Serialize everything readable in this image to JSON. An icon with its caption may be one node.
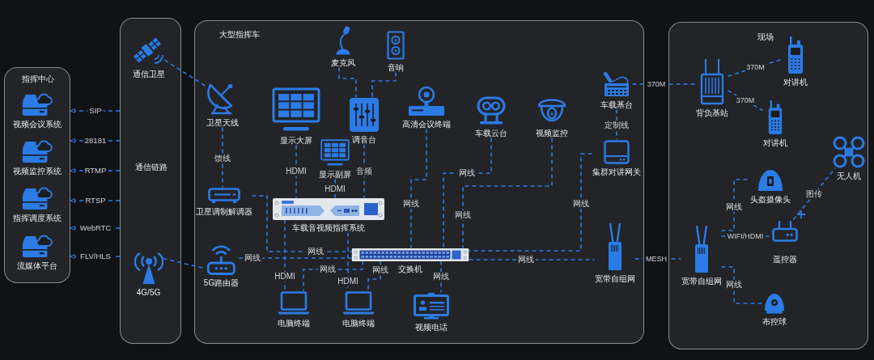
{
  "diagram": {
    "nodes": [
      {
        "text": [
          "指挥中心"
        ]
      },
      {
        "text": [
          "视频会议系统"
        ],
        "in": 0
      },
      {
        "text": [
          "视频监控系统"
        ],
        "in": 0
      },
      {
        "text": [
          "指挥调度系统"
        ],
        "in": 0
      },
      {
        "text": [
          "流媒体平台"
        ],
        "in": 0
      },
      {
        "text": [
          "通信链路"
        ]
      },
      {
        "text": [
          "通信卫星"
        ],
        "in": 5
      },
      {
        "text": [
          "4G/5G"
        ],
        "in": 5
      },
      {
        "text": [
          "大型指挥车"
        ]
      },
      {
        "text": [
          "麦克风"
        ],
        "in": 8
      },
      {
        "text": [
          "音响"
        ],
        "in": 8
      },
      {
        "text": [
          "卫星天线"
        ],
        "in": 8
      },
      {
        "text": [
          "显示大屏"
        ],
        "in": 8
      },
      {
        "text": [
          "调音台"
        ],
        "in": 8
      },
      {
        "text": [
          "高清会议终端"
        ],
        "in": 8
      },
      {
        "text": [
          "车载云台"
        ],
        "in": 8
      },
      {
        "text": [
          "视频监控"
        ],
        "in": 8
      },
      {
        "text": [
          "车载基台"
        ],
        "in": 8
      },
      {
        "text": [
          "显示副屏"
        ],
        "in": 8
      },
      {
        "text": [
          "集群对讲网关"
        ],
        "in": 8
      },
      {
        "text": [
          "卫星调制解调器"
        ],
        "in": 8
      },
      {
        "text": [
          "车载音视频指挥系统"
        ],
        "in": 8
      },
      {
        "text": [
          "5G路由器"
        ],
        "in": 8
      },
      {
        "text": [
          "交换机"
        ],
        "in": 8
      },
      {
        "text": [
          "宽带自组网"
        ],
        "in": 8
      },
      {
        "text": [
          "电脑终端"
        ],
        "in": 8
      },
      {
        "text": [
          "电脑终端"
        ],
        "in": 8
      },
      {
        "text": [
          "视频电话"
        ],
        "in": 8
      },
      {
        "text": [
          "现场"
        ]
      },
      {
        "text": [
          "对讲机"
        ],
        "in": 28
      },
      {
        "text": [
          "背负基站"
        ],
        "in": 28
      },
      {
        "text": [
          "对讲机"
        ],
        "in": 28
      },
      {
        "text": [
          "无人机"
        ],
        "in": 28
      },
      {
        "text": [
          "头盔摄像头"
        ],
        "in": 28
      },
      {
        "text": [
          "遥控器"
        ],
        "in": 28
      },
      {
        "text": [
          "宽带自组网"
        ],
        "in": 28
      },
      {
        "text": [
          "布控球"
        ],
        "in": 28
      }
    ],
    "edges": [
      {
        "from": 6,
        "to": 11,
        "arrow": "none",
        "style": "dashed"
      },
      {
        "from": 7,
        "to": 22,
        "arrow": "none",
        "style": "dashed"
      },
      {
        "from": 5,
        "to": 0,
        "arrow": "to",
        "label": "SIP",
        "style": "dashed"
      },
      {
        "from": 5,
        "to": 0,
        "arrow": "to",
        "label": "28181",
        "style": "dashed"
      },
      {
        "from": 5,
        "to": 0,
        "arrow": "to",
        "label": "RTMP",
        "style": "dashed"
      },
      {
        "from": 5,
        "to": 0,
        "arrow": "to",
        "label": "RTSP",
        "style": "dashed"
      },
      {
        "from": 5,
        "to": 0,
        "arrow": "to",
        "label": "WebRTC",
        "style": "dashed"
      },
      {
        "from": 5,
        "to": 0,
        "arrow": "to",
        "label": "FLV/HLS",
        "style": "dashed"
      },
      {
        "from": 11,
        "to": 20,
        "arrow": "none",
        "label": "馈线",
        "style": "dashed"
      },
      {
        "from": 12,
        "to": 21,
        "arrow": "none",
        "label": "HDMI",
        "style": "dashed"
      },
      {
        "from": 18,
        "to": 21,
        "arrow": "none",
        "label": "HDMI",
        "style": "dashed"
      },
      {
        "from": 9,
        "to": 13,
        "arrow": "none",
        "style": "dashed"
      },
      {
        "from": 10,
        "to": 13,
        "arrow": "none",
        "style": "dashed"
      },
      {
        "from": 13,
        "to": 21,
        "arrow": "none",
        "label": "音频",
        "style": "dashed"
      },
      {
        "from": 14,
        "to": 23,
        "arrow": "none",
        "label": "网线",
        "style": "dashed"
      },
      {
        "from": 15,
        "to": 23,
        "arrow": "none",
        "label": "网线",
        "style": "dashed"
      },
      {
        "from": 16,
        "to": 23,
        "arrow": "none",
        "label": "网线",
        "style": "dashed"
      },
      {
        "from": 17,
        "to": 19,
        "arrow": "none",
        "label": "定制线",
        "style": "dashed"
      },
      {
        "from": 19,
        "to": 23,
        "arrow": "none",
        "label": "网线",
        "style": "dashed"
      },
      {
        "from": 23,
        "to": 24,
        "arrow": "none",
        "label": "网线",
        "style": "dashed"
      },
      {
        "from": 20,
        "to": 23,
        "arrow": "none",
        "label": "网线",
        "style": "dashed"
      },
      {
        "from": 22,
        "to": 23,
        "arrow": "none",
        "label": "网线",
        "style": "dashed"
      },
      {
        "from": 21,
        "to": 25,
        "arrow": "none",
        "label": "HDMI",
        "style": "dashed"
      },
      {
        "from": 21,
        "to": 26,
        "arrow": "none",
        "label": "HDMI",
        "style": "dashed"
      },
      {
        "from": 23,
        "to": 25,
        "arrow": "none",
        "label": "网线",
        "style": "dashed"
      },
      {
        "from": 23,
        "to": 26,
        "arrow": "none",
        "label": "网线",
        "style": "dashed"
      },
      {
        "from": 23,
        "to": 27,
        "arrow": "none",
        "label": "网线",
        "style": "dashed"
      },
      {
        "from": 17,
        "to": 30,
        "arrow": "none",
        "label": "370M",
        "style": "dashed"
      },
      {
        "from": 30,
        "to": 29,
        "arrow": "none",
        "label": "370M",
        "style": "dashed"
      },
      {
        "from": 30,
        "to": 31,
        "arrow": "none",
        "label": "370M",
        "style": "dashed"
      },
      {
        "from": 24,
        "to": 35,
        "arrow": "none",
        "label": "MESH",
        "style": "dashed"
      },
      {
        "from": 35,
        "to": 33,
        "arrow": "none",
        "label": "网线",
        "style": "dashed"
      },
      {
        "from": 35,
        "to": 34,
        "arrow": "none",
        "label": "WIFI/HDMI",
        "style": "dashed"
      },
      {
        "from": 34,
        "to": 32,
        "arrow": "none",
        "label": "图传",
        "style": "dashed"
      },
      {
        "from": 35,
        "to": 36,
        "arrow": "none",
        "label": "网线",
        "style": "dashed"
      }
    ]
  }
}
